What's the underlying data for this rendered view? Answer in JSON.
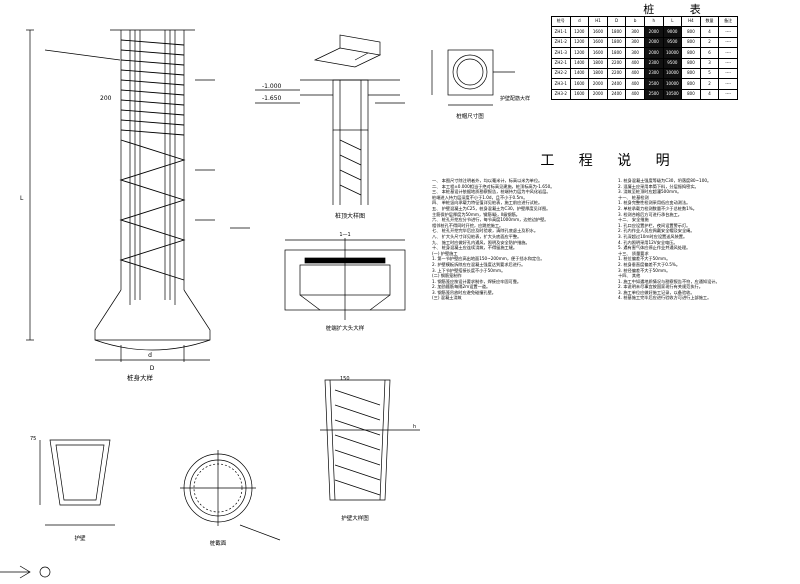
{
  "table_title": "桩 表",
  "table": {
    "headers": [
      "桩号",
      "d",
      "H1",
      "D",
      "b",
      "h",
      "L",
      "H4",
      "数量",
      "备注"
    ],
    "rows": [
      [
        "ZH1-1",
        "1200",
        "1600",
        "1800",
        "300",
        "2000",
        "9000",
        "800",
        "4",
        "----"
      ],
      [
        "ZH1-2",
        "1200",
        "1600",
        "1800",
        "300",
        "2000",
        "9500",
        "800",
        "2",
        "----"
      ],
      [
        "ZH1-3",
        "1200",
        "1600",
        "1800",
        "300",
        "2000",
        "10000",
        "800",
        "6",
        "----"
      ],
      [
        "ZH2-1",
        "1400",
        "1800",
        "2200",
        "400",
        "2300",
        "9500",
        "800",
        "3",
        "----"
      ],
      [
        "ZH2-2",
        "1400",
        "1800",
        "2200",
        "400",
        "2300",
        "10000",
        "800",
        "5",
        "----"
      ],
      [
        "ZH3-1",
        "1600",
        "2000",
        "2400",
        "400",
        "2500",
        "10000",
        "800",
        "2",
        "----"
      ],
      [
        "ZH3-2",
        "1600",
        "2000",
        "2400",
        "400",
        "2500",
        "10500",
        "800",
        "4",
        "----"
      ]
    ]
  },
  "notes_title": "工 程 说 明",
  "notes": [
    "一、 本图尺寸除注明者外，均以毫米计，标高以米为单位。",
    "二、 本工程±0.000相当于绝对标高见建施，桩顶标高为-1.650。",
    "三、 本桩基设计依据地质勘察报告，桩端持力层为中风化岩层。",
    "    桩端进入持力层深度不小于1.0d，且不小于0.5m。",
    "四、 单桩竖向承载力特征值详见桩表，施工前应进行试桩。",
    "五、 护壁混凝土为C25，桩身混凝土为C30，护壁厚度见详图。",
    "    主筋保护层厚度为50mm，钢筋Ⅰ级，Ⅱ级钢筋。",
    "六、 桩孔开挖应分节进行，每节高度1000mm，边挖边护壁。",
    "    相邻桩孔不得同时开挖，应跳挖施工。",
    "七、 桩孔开挖完毕后应及时验收，清除孔底虚土及积水。",
    "八、 扩大头尺寸详见桩表，扩大头底面应平整。",
    "九、 施工时应做好孔内通风，照明及安全防护措施。",
    "十、 桩身混凝土应连续浇筑，不得留施工缝。",
    "(一) 护壁施工",
    "1. 第一节护壁应高出地面150~200mm，便于挡水和定位。",
    "2. 护壁模板拆除应在混凝土强度达到要求后进行。",
    "3. 上下节护壁搭接长度不小于50mm。",
    "(二) 钢筋笼制作",
    "1. 钢筋笼应按设计要求制作，焊接应牢固可靠。",
    "2. 加劲箍筋每隔2m设置一道。",
    "3. 钢筋笼吊放时应避免碰撞孔壁。",
    "(三) 混凝土浇筑",
    "1. 桩身混凝土强度等级为C30，坍落度80~100。",
    "2. 混凝土应采用串筒下料，分层振捣密实。",
    "3. 浇筑至桩顶时应超灌500mm。",
    "十一、 桩基检测",
    "1. 桩身完整性检测采用低应变动测法。",
    "2. 单桩承载力检测数量不少于总桩数1%。",
    "3. 检测合格后方可进行承台施工。",
    "十二、 安全措施",
    "1. 孔口应设置护栏，夜间设置警示灯。",
    "2. 孔内作业人员应佩戴安全帽及安全绳。",
    "3. 孔深超过10m时应设置送风装置。",
    "4. 孔内照明采用12V安全电压。",
    "5. 遇有害气体应停止作业并通风处理。",
    "十三、 质量要求",
    "1. 桩位偏差不大于50mm。",
    "2. 桩身垂直度偏差不大于0.5%。",
    "3. 桩径偏差不大于50mm。",
    "十四、 其他",
    "1. 施工中如遇地质情况与勘察报告不符，应通知设计。",
    "2. 本说明未尽事宜按国家现行有关规范执行。",
    "3. 施工单位应做好施工记录，以备验收。",
    "4. 桩基施工完毕后应进行验收方可进行上部施工。"
  ],
  "labels": {
    "pile_detail": "桩身大样",
    "pile_top_detail": "桩顶大样图",
    "expand_head": "桩端扩大头大样",
    "section_1": "1—1",
    "section_2": "护壁大样图",
    "wall_section": "护壁",
    "plan_top": "桩帽尺寸图",
    "ring_detail": "护壁配筋大样",
    "cross_section": "桩截面",
    "elev_1": "-1.650",
    "elev_2": "-1.000",
    "dim_200": "200",
    "dim_d": "d",
    "dim_D": "D",
    "dim_150": "150",
    "dim_75": "75",
    "dim_L": "L",
    "dim_h": "h"
  }
}
